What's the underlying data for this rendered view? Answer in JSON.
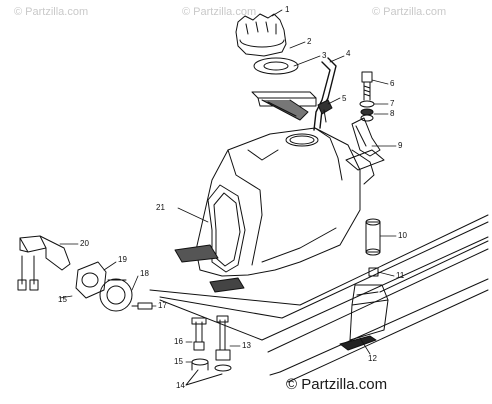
{
  "watermarks": {
    "top_left": "© Partzilla.com",
    "top_center": "© Partzilla.com",
    "top_right": "© Partzilla.com"
  },
  "copyright": "© Partzilla.com",
  "callouts": {
    "c1": "1",
    "c2": "2",
    "c3": "3",
    "c4": "4",
    "c5": "5",
    "c6": "6",
    "c7": "7",
    "c8": "8",
    "c9": "9",
    "c10": "10",
    "c11": "11",
    "c12": "12",
    "c13": "13",
    "c14": "14",
    "c15a": "15",
    "c15b": "15",
    "c16": "16",
    "c17": "17",
    "c18": "18",
    "c19": "19",
    "c20": "20",
    "c21": "21"
  },
  "colors": {
    "line": "#111111",
    "watermark": "#c9c9c9",
    "background": "#ffffff"
  }
}
